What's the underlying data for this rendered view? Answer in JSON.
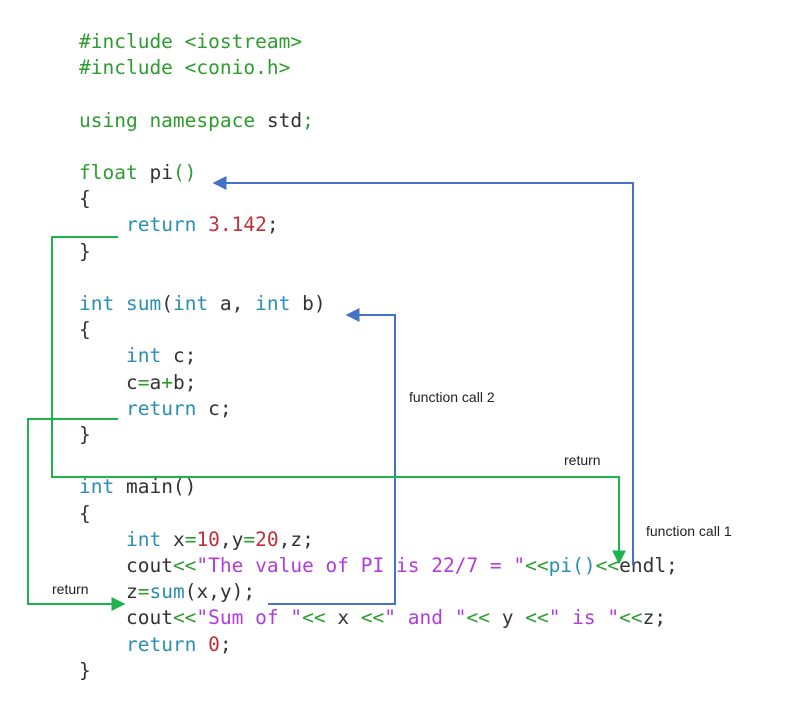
{
  "code_lines": [
    {
      "tokens": [
        {
          "t": "#include <iostream>",
          "c": "kw"
        }
      ]
    },
    {
      "tokens": [
        {
          "t": "#include <conio.h>",
          "c": "kw"
        }
      ]
    },
    {
      "tokens": []
    },
    {
      "tokens": [
        {
          "t": "using namespace ",
          "c": "kw"
        },
        {
          "t": "std",
          "c": "tx"
        },
        {
          "t": ";",
          "c": "kw"
        }
      ]
    },
    {
      "tokens": []
    },
    {
      "tokens": [
        {
          "t": "float ",
          "c": "kw"
        },
        {
          "t": "pi",
          "c": "tx"
        },
        {
          "t": "()",
          "c": "kw"
        }
      ]
    },
    {
      "tokens": [
        {
          "t": "{",
          "c": "tx"
        }
      ]
    },
    {
      "tokens": [
        {
          "t": "    ",
          "c": "tx"
        },
        {
          "t": "return ",
          "c": "bl"
        },
        {
          "t": "3.142",
          "c": "rd"
        },
        {
          "t": ";",
          "c": "tx"
        }
      ]
    },
    {
      "tokens": [
        {
          "t": "}",
          "c": "tx"
        }
      ]
    },
    {
      "tokens": []
    },
    {
      "tokens": [
        {
          "t": "int ",
          "c": "bl"
        },
        {
          "t": "sum",
          "c": "bl"
        },
        {
          "t": "(",
          "c": "tx"
        },
        {
          "t": "int ",
          "c": "bl"
        },
        {
          "t": "a, ",
          "c": "tx"
        },
        {
          "t": "int ",
          "c": "bl"
        },
        {
          "t": "b)",
          "c": "tx"
        }
      ]
    },
    {
      "tokens": [
        {
          "t": "{",
          "c": "tx"
        }
      ]
    },
    {
      "tokens": [
        {
          "t": "    ",
          "c": "tx"
        },
        {
          "t": "int ",
          "c": "bl"
        },
        {
          "t": "c;",
          "c": "tx"
        }
      ]
    },
    {
      "tokens": [
        {
          "t": "    ",
          "c": "tx"
        },
        {
          "t": "c",
          "c": "tx"
        },
        {
          "t": "=",
          "c": "kw"
        },
        {
          "t": "a",
          "c": "tx"
        },
        {
          "t": "+",
          "c": "kw"
        },
        {
          "t": "b;",
          "c": "tx"
        }
      ]
    },
    {
      "tokens": [
        {
          "t": "    ",
          "c": "tx"
        },
        {
          "t": "return ",
          "c": "bl"
        },
        {
          "t": "c;",
          "c": "tx"
        }
      ]
    },
    {
      "tokens": [
        {
          "t": "}",
          "c": "tx"
        }
      ]
    },
    {
      "tokens": []
    },
    {
      "tokens": [
        {
          "t": "int ",
          "c": "bl"
        },
        {
          "t": "main()",
          "c": "tx"
        }
      ]
    },
    {
      "tokens": [
        {
          "t": "{",
          "c": "tx"
        }
      ]
    },
    {
      "tokens": [
        {
          "t": "    ",
          "c": "tx"
        },
        {
          "t": "int ",
          "c": "bl"
        },
        {
          "t": "x",
          "c": "tx"
        },
        {
          "t": "=",
          "c": "kw"
        },
        {
          "t": "10",
          "c": "rd"
        },
        {
          "t": ",",
          "c": "tx"
        },
        {
          "t": "y",
          "c": "tx"
        },
        {
          "t": "=",
          "c": "kw"
        },
        {
          "t": "20",
          "c": "rd"
        },
        {
          "t": ",z;",
          "c": "tx"
        }
      ]
    },
    {
      "tokens": [
        {
          "t": "    ",
          "c": "tx"
        },
        {
          "t": "cout",
          "c": "tx"
        },
        {
          "t": "<<",
          "c": "kw"
        },
        {
          "t": "\"The value of PI is 22/7 = \"",
          "c": "mg"
        },
        {
          "t": "<<",
          "c": "kw"
        },
        {
          "t": "pi()",
          "c": "bl"
        },
        {
          "t": "<<",
          "c": "kw"
        },
        {
          "t": "endl;",
          "c": "tx"
        }
      ]
    },
    {
      "tokens": [
        {
          "t": "    ",
          "c": "tx"
        },
        {
          "t": "z",
          "c": "tx"
        },
        {
          "t": "=",
          "c": "kw"
        },
        {
          "t": "sum",
          "c": "bl"
        },
        {
          "t": "(x,y);",
          "c": "tx"
        }
      ]
    },
    {
      "tokens": [
        {
          "t": "    ",
          "c": "tx"
        },
        {
          "t": "cout",
          "c": "tx"
        },
        {
          "t": "<<",
          "c": "kw"
        },
        {
          "t": "\"Sum of \"",
          "c": "mg"
        },
        {
          "t": "<< ",
          "c": "kw"
        },
        {
          "t": "x ",
          "c": "tx"
        },
        {
          "t": "<<",
          "c": "kw"
        },
        {
          "t": "\" and \"",
          "c": "mg"
        },
        {
          "t": "<< ",
          "c": "kw"
        },
        {
          "t": "y ",
          "c": "tx"
        },
        {
          "t": "<<",
          "c": "kw"
        },
        {
          "t": "\" is \"",
          "c": "mg"
        },
        {
          "t": "<<",
          "c": "kw"
        },
        {
          "t": "z;",
          "c": "tx"
        }
      ]
    },
    {
      "tokens": [
        {
          "t": "    ",
          "c": "tx"
        },
        {
          "t": "return ",
          "c": "bl"
        },
        {
          "t": "0",
          "c": "rd"
        },
        {
          "t": ";",
          "c": "tx"
        }
      ]
    },
    {
      "tokens": [
        {
          "t": "}",
          "c": "tx"
        }
      ]
    }
  ],
  "annotations": {
    "function_call_1": "function call 1",
    "function_call_2": "function call 2",
    "return_pi": "return",
    "return_sum": "return"
  },
  "colors": {
    "call_arrow": "#4472c4",
    "return_arrow": "#1db44b",
    "keyword": "#2e9c2e",
    "builtin": "#2a8fb5",
    "number": "#c0303a",
    "string": "#b13be0",
    "text": "#333333"
  }
}
